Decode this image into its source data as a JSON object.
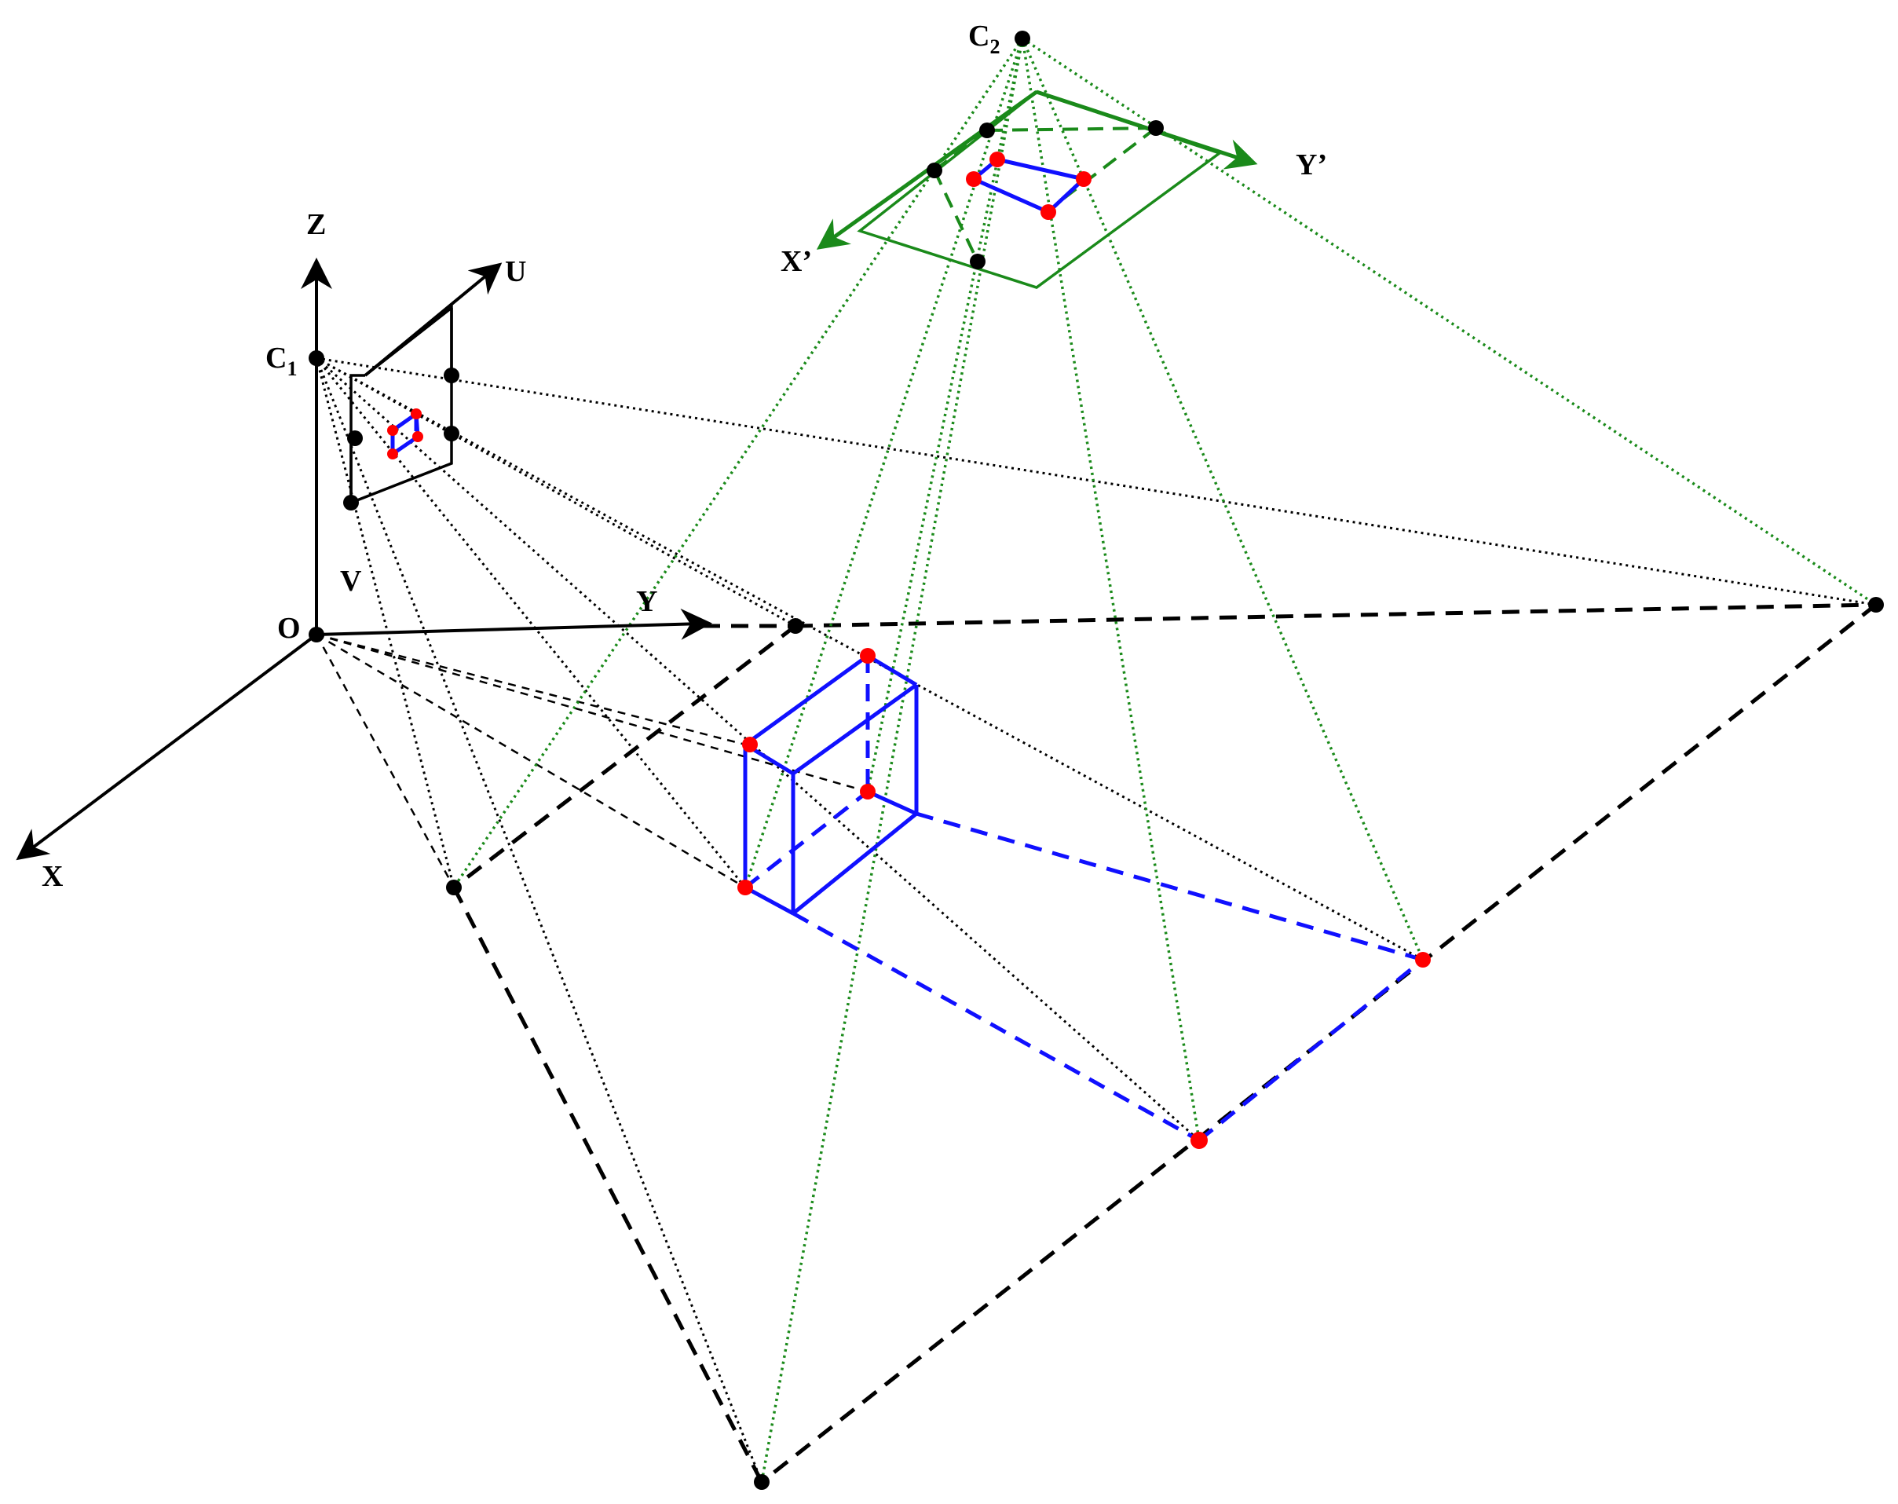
{
  "labels": {
    "z": "Z",
    "u": "U",
    "c1_main": "C",
    "c1_sub": "1",
    "v": "V",
    "o": "O",
    "y": "Y",
    "x": "X",
    "c2_main": "C",
    "c2_sub": "2",
    "x_prime": "X’",
    "y_prime": "Y’"
  },
  "colors": {
    "black": "#000000",
    "red": "#ff0000",
    "blue": "#1010ff",
    "green": "#1a8a1a"
  }
}
